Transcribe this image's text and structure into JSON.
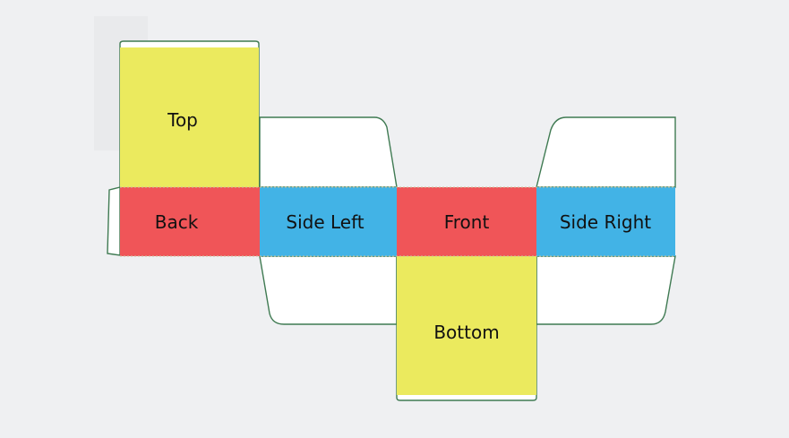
{
  "diagram": {
    "panels": {
      "top": "Top",
      "back": "Back",
      "side_left": "Side Left",
      "front": "Front",
      "side_right": "Side Right",
      "bottom": "Bottom"
    },
    "colors": {
      "background": "#eff0f2",
      "top_bottom": "#ebea5e",
      "back_front": "#f05558",
      "sides": "#42b3e6",
      "flap": "#ffffff",
      "outline": "#3f7a52"
    }
  }
}
